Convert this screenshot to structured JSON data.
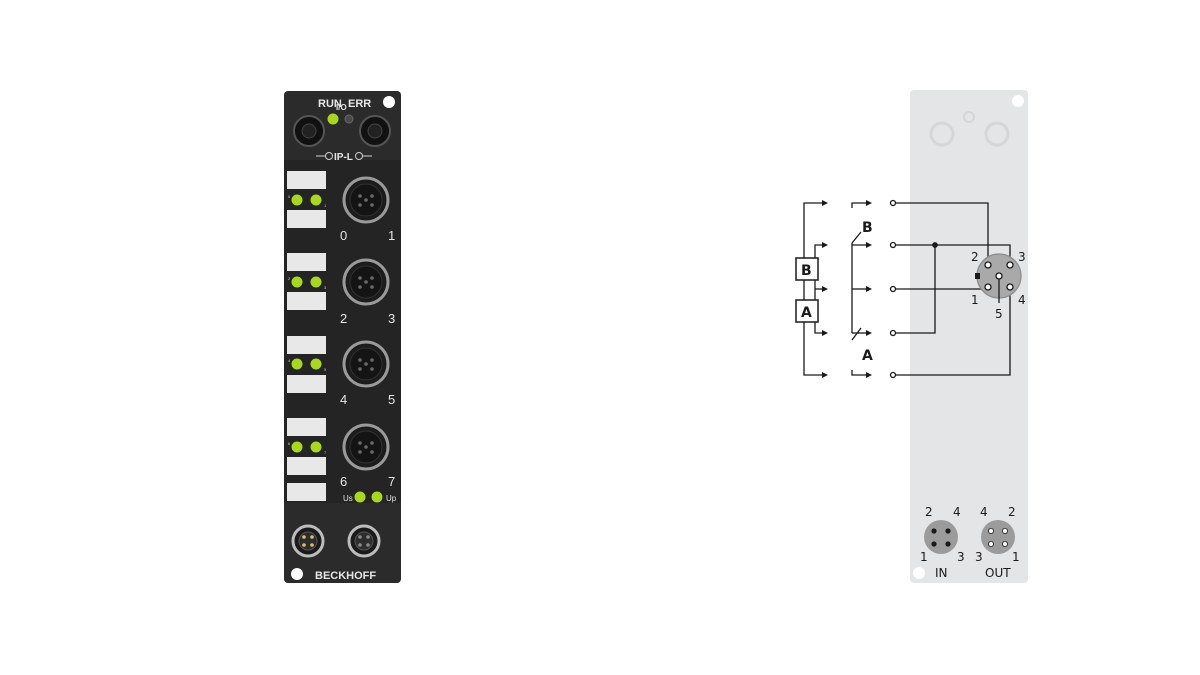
{
  "module": {
    "status_labels": {
      "run": "RUN",
      "io": "I/O",
      "err": "ERR"
    },
    "protection_label": "IP-L",
    "ports": [
      {
        "left_label": "0",
        "right_label": "1",
        "led_a": "0",
        "led_b": "1"
      },
      {
        "left_label": "2",
        "right_label": "3",
        "led_a": "2",
        "led_b": "3"
      },
      {
        "left_label": "4",
        "right_label": "5",
        "led_a": "4",
        "led_b": "5"
      },
      {
        "left_label": "6",
        "right_label": "7",
        "led_a": "6",
        "led_b": "7"
      }
    ],
    "power_labels": {
      "us": "Us",
      "up": "Up"
    },
    "brand": "BECKHOFF"
  },
  "wiring": {
    "encoder_blocks": {
      "b": "B",
      "a": "A"
    },
    "switch_labels": {
      "b": "B",
      "a": "A"
    },
    "connector_pins": {
      "p1": "1",
      "p2": "2",
      "p3": "3",
      "p4": "4",
      "p5": "5"
    }
  },
  "power_connectors": {
    "in": {
      "label": "IN",
      "pins": {
        "tl": "2",
        "tr": "4",
        "bl": "1",
        "br": "3"
      }
    },
    "out": {
      "label": "OUT",
      "pins": {
        "tl": "4",
        "tr": "2",
        "bl": "3",
        "br": "1"
      }
    }
  },
  "colors": {
    "housing": "#2b2b2b",
    "led_green": "#a8d81e",
    "panel_grey": "#e4e5e7",
    "line": "#1a1a1a"
  }
}
